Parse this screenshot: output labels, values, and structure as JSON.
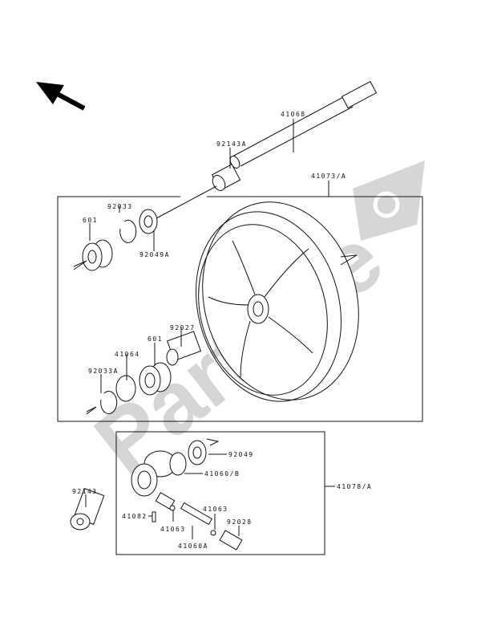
{
  "diagram": {
    "title": "Front Wheel Parts Diagram",
    "watermark": "PartsRepublik",
    "labels": {
      "axle": "41068",
      "collar_a": "92143A",
      "wheel_assy": "41073/A",
      "circlip_top": "92033",
      "bearing_left": "601",
      "oil_seal_a": "92049A",
      "collar_inner": "92027",
      "bearing_right": "601",
      "retainer": "41064",
      "circlip_a": "92033A",
      "oil_seal": "92049",
      "gear_b": "41060/B",
      "gearbox_assy": "41078/A",
      "collar": "92143",
      "pin": "41082",
      "washer_1": "41063",
      "washer_2": "41063",
      "pinion": "41060A",
      "bushing": "92028"
    }
  }
}
